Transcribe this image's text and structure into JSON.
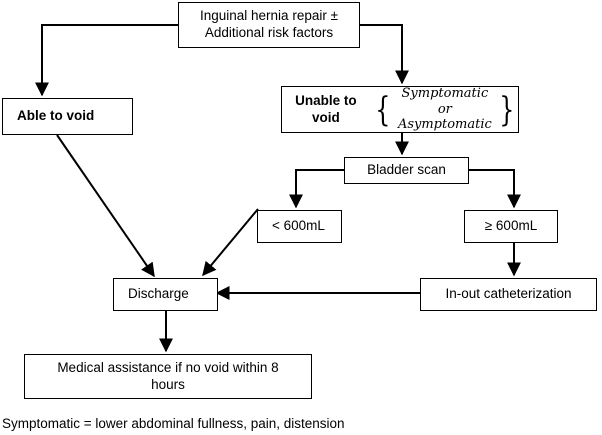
{
  "nodes": {
    "top": {
      "line1": "Inguinal hernia repair ±",
      "line2": "Additional risk factors"
    },
    "able": {
      "label": "Able to void"
    },
    "unable": {
      "label": "Unable to void",
      "option1": "Symptomatic or",
      "option2": "Asymptomatic"
    },
    "bladder": {
      "label": "Bladder scan"
    },
    "less": {
      "label": "< 600mL"
    },
    "greater": {
      "label": "≥ 600mL"
    },
    "discharge": {
      "label": "Discharge"
    },
    "catheter": {
      "label": "In-out catheterization"
    },
    "medical": {
      "line1": "Medical assistance if no void within 8",
      "line2": "hours"
    }
  },
  "footnote": "Symptomatic = lower abdominal fullness, pain, distension",
  "colors": {
    "stroke": "#000000",
    "background": "#ffffff"
  }
}
